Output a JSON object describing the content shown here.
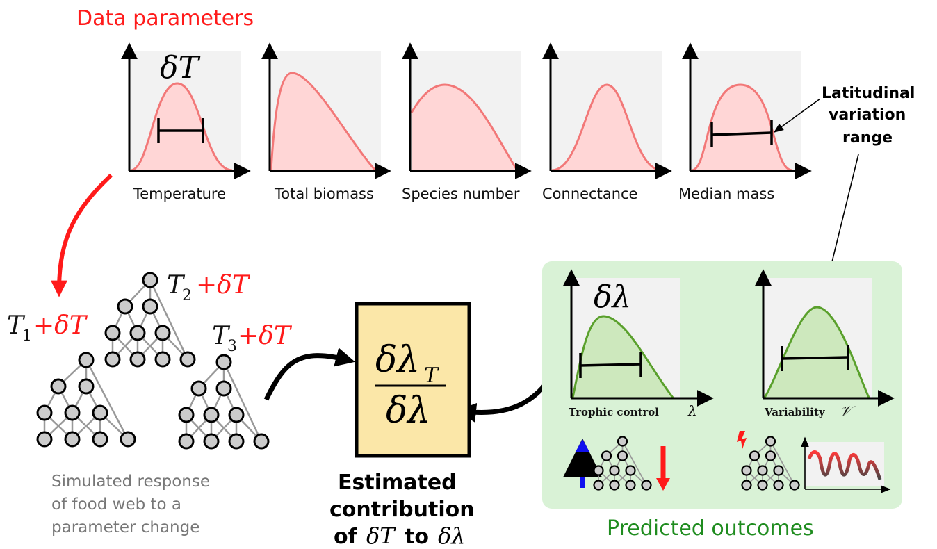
{
  "title": "Data parameters",
  "parameters": [
    {
      "label": "Temperature",
      "symbol": "δT"
    },
    {
      "label": "Total biomass"
    },
    {
      "label": "Species number"
    },
    {
      "label": "Connectance"
    },
    {
      "label": "Median mass"
    }
  ],
  "latitudinal_label": [
    "Latitudinal",
    "variation",
    "range"
  ],
  "webs": [
    {
      "base": "T",
      "sub": "1",
      "delta": "+δT"
    },
    {
      "base": "T",
      "sub": "2",
      "delta": "+δT"
    },
    {
      "base": "T",
      "sub": "3",
      "delta": "+δT"
    }
  ],
  "simulated_caption": [
    "Simulated response",
    "of food web to a",
    "parameter change"
  ],
  "ratio": {
    "numerator": "δλ",
    "numerator_sub": "T",
    "denominator": "δλ"
  },
  "estimated_caption": {
    "line1": "Estimated",
    "line2": "contribution",
    "line3_a": "of",
    "line3_b": "δT",
    "line3_c": "to",
    "line3_d": "δλ"
  },
  "outcomes": {
    "title": "Predicted outcomes",
    "trophic_label": "Trophic control",
    "trophic_symbol": "λ",
    "trophic_delta": "δλ",
    "variability_label": "Variability",
    "variability_symbol": "𝒱"
  },
  "colors": {
    "red": "#ff1a1a",
    "pink_fill": "#ffd6d6",
    "pink_line": "#f27878",
    "green_fill": "#cde8bd",
    "green_line": "#5aa02c",
    "panel_green": "#d9f2d6",
    "box_yellow": "#fbe7a8",
    "node_gray": "#cccccc",
    "blue": "#1010ee"
  }
}
